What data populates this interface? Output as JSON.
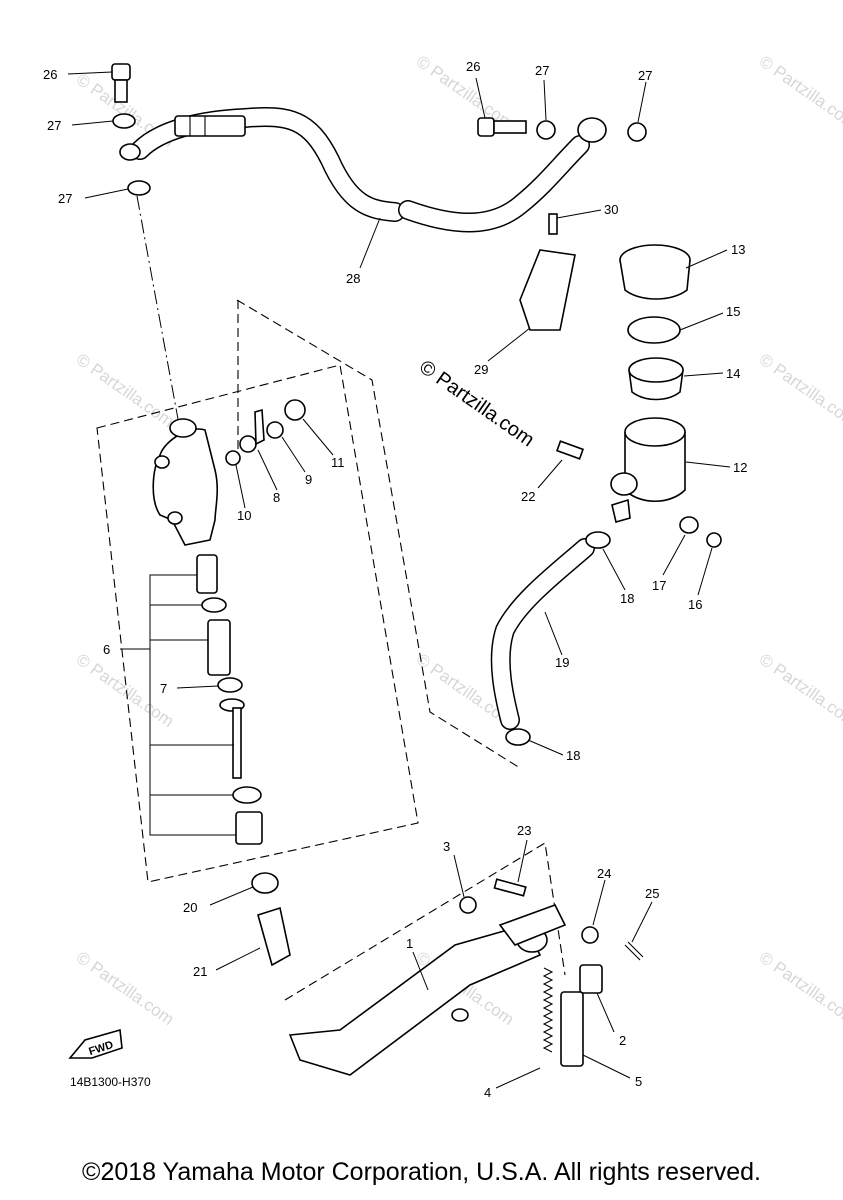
{
  "watermark_text": "© Partzilla.com",
  "center_watermark": "© Partzilla.com",
  "diagram_code": "14B1300-H370",
  "fwd_label": "FWD",
  "copyright": "©2018 Yamaha Motor Corporation, U.S.A. All rights reserved.",
  "callouts": {
    "c26a": "26",
    "c27a": "27",
    "c27b": "27",
    "c26b": "26",
    "c27c": "27",
    "c27d": "27",
    "c28": "28",
    "c30": "30",
    "c13": "13",
    "c15": "15",
    "c14": "14",
    "c29": "29",
    "c11": "11",
    "c9": "9",
    "c8": "8",
    "c10": "10",
    "c12": "12",
    "c22": "22",
    "c17": "17",
    "c16": "16",
    "c18a": "18",
    "c6": "6",
    "c7": "7",
    "c19": "19",
    "c18b": "18",
    "c23": "23",
    "c3": "3",
    "c24": "24",
    "c25": "25",
    "c20": "20",
    "c1": "1",
    "c21": "21",
    "c2": "2",
    "c5": "5",
    "c4": "4"
  }
}
